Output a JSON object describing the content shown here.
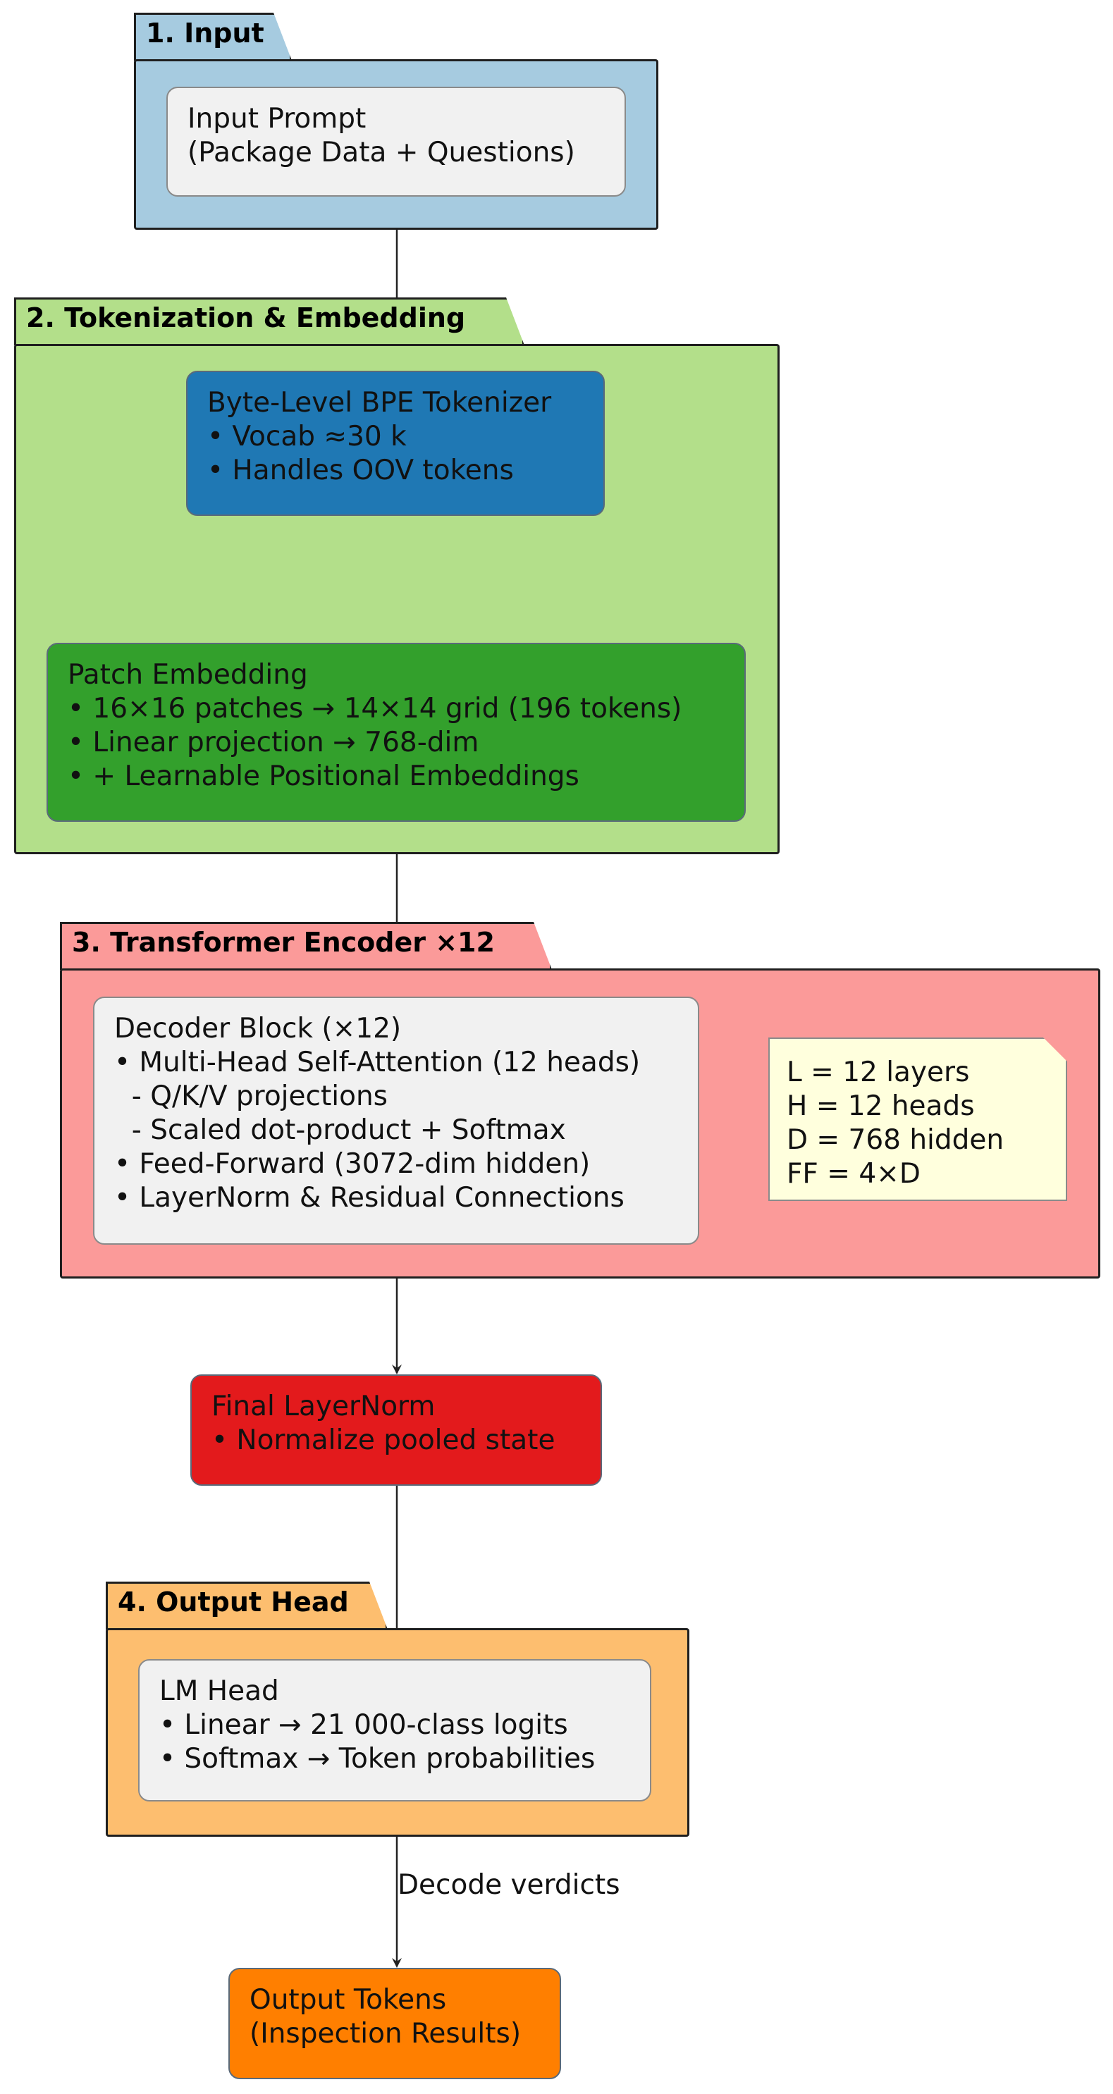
{
  "packages": {
    "input": {
      "title": "1. Input",
      "color": "#a6cbe0"
    },
    "tokenization": {
      "title": "2. Tokenization & Embedding",
      "color": "#b3df8a"
    },
    "encoder": {
      "title": "3. Transformer Encoder ×12",
      "color": "#fb9a99"
    },
    "output": {
      "title": "4. Output Head",
      "color": "#fdbe6f"
    }
  },
  "nodes": {
    "input_prompt": {
      "text": "Input Prompt\n(Package Data + Questions)",
      "color": "#f1f1f1"
    },
    "tokenizer": {
      "text": "Byte-Level BPE Tokenizer\n• Vocab ≈30 k\n• Handles OOV tokens",
      "color": "#1f78b4"
    },
    "patch_embedding": {
      "text": "Patch Embedding\n• 16×16 patches → 14×14 grid (196 tokens)\n• Linear projection → 768-dim\n• + Learnable Positional Embeddings",
      "color": "#33a02c"
    },
    "decoder_block": {
      "text": "Decoder Block (×12)\n• Multi-Head Self-Attention (12 heads)\n  - Q/K/V projections\n  - Scaled dot-product + Softmax\n• Feed-Forward (3072-dim hidden)\n• LayerNorm & Residual Connections",
      "color": "#f1f1f1"
    },
    "final_layernorm": {
      "text": "Final LayerNorm\n• Normalize pooled state",
      "color": "#e31a1c"
    },
    "lm_head": {
      "text": "LM Head\n• Linear → 21 000-class logits\n• Softmax → Token probabilities",
      "color": "#f1f1f1"
    },
    "output_tokens": {
      "text": "Output Tokens\n(Inspection Results)",
      "color": "#ff7f00"
    }
  },
  "note": {
    "text": "L = 12 layers\nH = 12 heads\nD = 768 hidden\nFF = 4×D"
  },
  "edges": {
    "decode_label": "Decode verdicts"
  }
}
